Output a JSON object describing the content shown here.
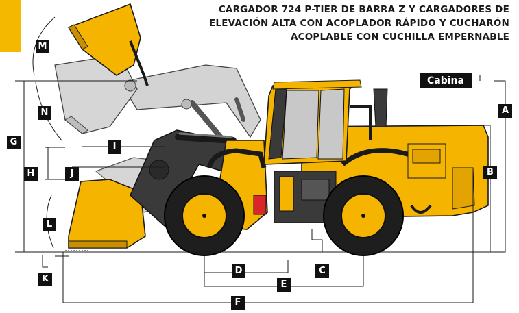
{
  "title": {
    "line1": "CARGADOR 724 P-TIER DE BARRA Z Y CARGADORES DE",
    "line2": "ELEVACIÓN ALTA CON ACOPLADOR RÁPIDO Y CUCHARÓN",
    "line3": "ACOPLABLE CON CUCHILLA EMPERNABLE"
  },
  "labels": {
    "cabina": "Cabina",
    "A": "A",
    "B": "B",
    "C": "C",
    "D": "D",
    "E": "E",
    "F": "F",
    "G": "G",
    "H": "H",
    "I": "I",
    "J": "J",
    "K": "K",
    "L": "L",
    "M": "M",
    "N": "N"
  },
  "colors": {
    "accent": "#f5b800",
    "machine_yellow": "#f4b400",
    "ghost_gray": "#cfcfcf",
    "dark": "#1a1a1a",
    "label_bg": "#111111"
  }
}
